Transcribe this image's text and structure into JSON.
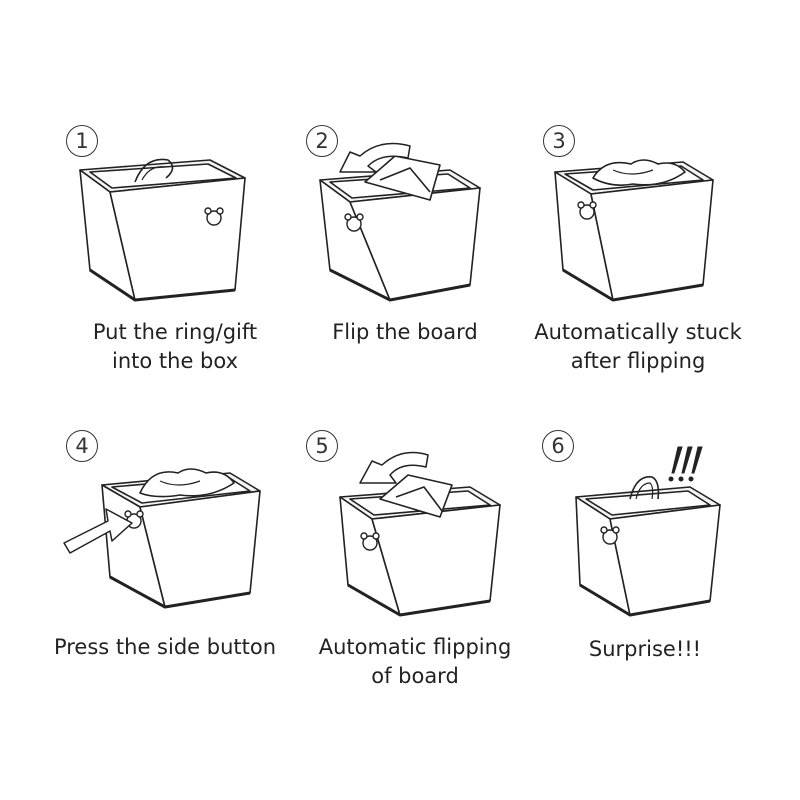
{
  "steps": [
    {
      "number": "1",
      "caption": [
        "Put the ring/gift",
        "into the box"
      ]
    },
    {
      "number": "2",
      "caption": [
        "Flip the board"
      ]
    },
    {
      "number": "3",
      "caption": [
        "Automatically stuck",
        "after flipping"
      ]
    },
    {
      "number": "4",
      "caption": [
        "Press the side button"
      ]
    },
    {
      "number": "5",
      "caption": [
        "Automatic flipping",
        "of board"
      ]
    },
    {
      "number": "6",
      "caption": [
        "Surprise!!!"
      ]
    }
  ],
  "icons": {
    "box": "gift-box-icon",
    "handle": "bear-handle-icon",
    "arrow": "curved-arrow-icon",
    "press": "push-arrow-icon",
    "exclaim": "exclamation-marks-icon"
  },
  "colors": {
    "line": "#222222",
    "box_fill": "#ffffff",
    "rim_fill": "#f4f4f4"
  }
}
